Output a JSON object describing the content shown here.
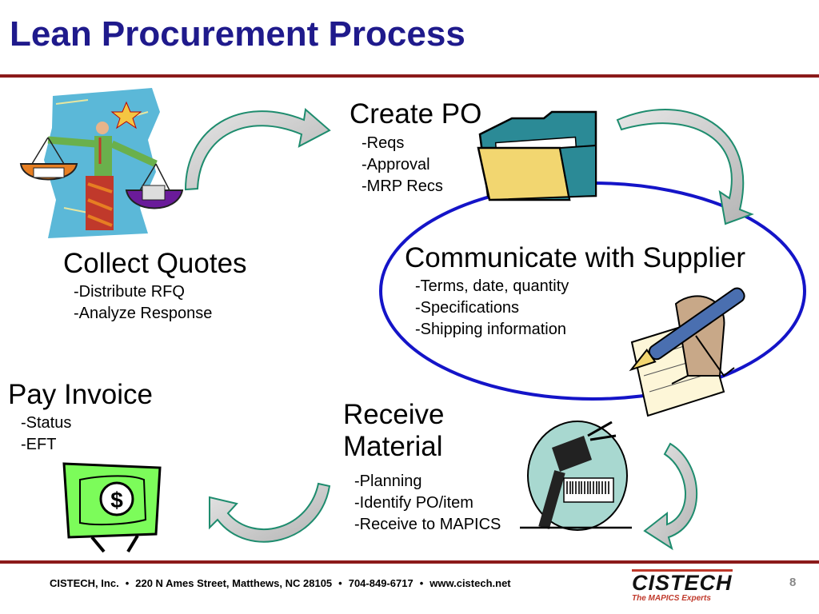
{
  "slide": {
    "title": "Lean Procurement Process",
    "page_number": "8"
  },
  "steps": {
    "create_po": {
      "heading": "Create PO",
      "items": [
        "-Reqs",
        "-Approval",
        "-MRP Recs"
      ]
    },
    "communicate": {
      "heading": "Communicate with Supplier",
      "items": [
        "-Terms, date, quantity",
        "-Specifications",
        "-Shipping information"
      ]
    },
    "receive": {
      "heading_line1": "Receive",
      "heading_line2": "Material",
      "items": [
        "-Planning",
        "-Identify PO/item",
        "-Receive to MAPICS"
      ]
    },
    "pay": {
      "heading": "Pay Invoice",
      "items": [
        "-Status",
        "-EFT"
      ]
    },
    "collect": {
      "heading": "Collect Quotes",
      "items": [
        "-Distribute RFQ",
        "-Analyze Response"
      ]
    }
  },
  "footer": {
    "company": "CISTECH, Inc.",
    "address": "220 N Ames Street, Matthews, NC 28105",
    "phone": "704-849-6717",
    "website": "www.cistech.net",
    "logo_text": "CISTECH",
    "logo_tagline": "The MAPICS Experts"
  },
  "colors": {
    "title": "#1f1a8c",
    "rule": "#8b1a1a",
    "ellipse": "#1414c8",
    "arrow_fill": "#c8c8c8",
    "arrow_edge": "#1e8c6e"
  },
  "icons": [
    "scales-businessman-icon",
    "folder-icon",
    "pen-signing-icon",
    "barcode-scanner-icon",
    "dollar-bill-icon",
    "circular-arrow-icon"
  ]
}
